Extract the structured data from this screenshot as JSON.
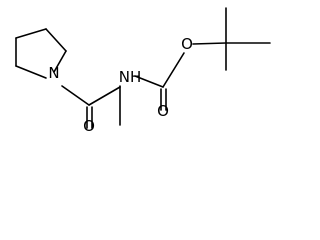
{
  "molecule": {
    "atoms": {
      "n1": {
        "symbol": "N"
      },
      "o1": {
        "symbol": "O"
      },
      "nh": {
        "symbol": "NH"
      },
      "o2": {
        "symbol": "O"
      },
      "o3": {
        "symbol": "O"
      }
    }
  }
}
